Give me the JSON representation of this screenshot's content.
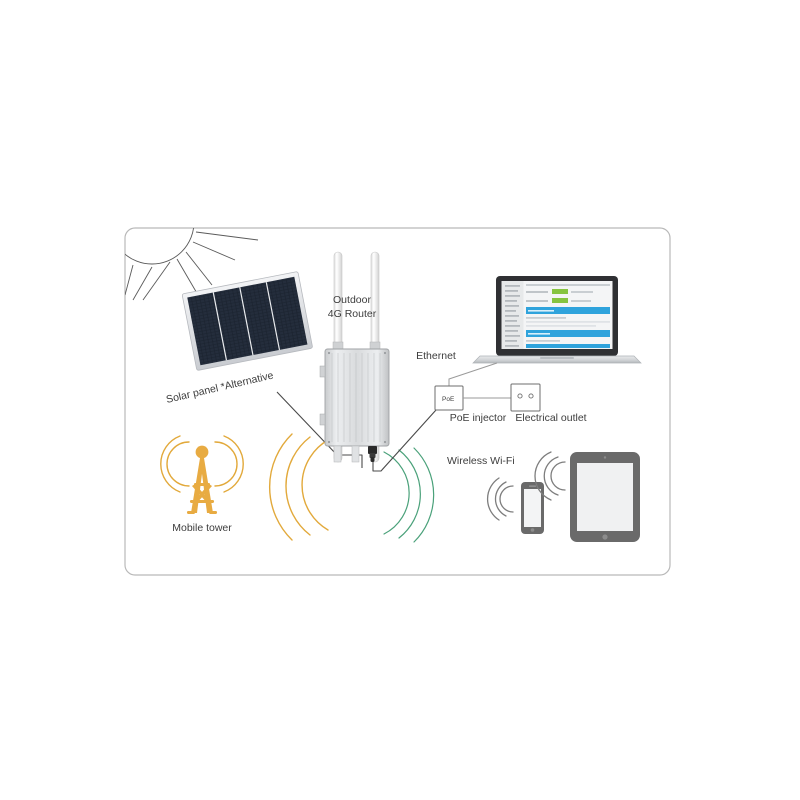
{
  "diagram": {
    "title": "Outdoor 4G Router deployment diagram",
    "frame": {
      "border_color": "#b9b9b9",
      "background": "#ffffff"
    },
    "labels": {
      "solar_panel": "Solar panel *Alternative",
      "outdoor_router_line1": "Outdoor",
      "outdoor_router_line2": "4G Router",
      "mobile_tower": "Mobile tower",
      "ethernet": "Ethernet",
      "poe_box": "PoE",
      "poe_injector": "PoE injector",
      "electrical_outlet": "Electrical outlet",
      "wireless_wifi": "Wireless Wi-Fi"
    },
    "colors": {
      "tower_amber": "#e8ab42",
      "wave_orange": "#e2a93b",
      "wave_green": "#4aa17a",
      "wave_gray": "#7d7d7d",
      "device_gray": "#6a6a6a",
      "panel_cell": "#1d2430",
      "panel_frame": "#d8dade",
      "router_body": "#d2d4d6",
      "line_dark": "#4a4a4a"
    },
    "nodes": [
      {
        "id": "sun",
        "name": "sun",
        "label": ""
      },
      {
        "id": "solar-panel",
        "name": "solar-panel",
        "label": "Solar panel *Alternative"
      },
      {
        "id": "router",
        "name": "outdoor-4g-router",
        "label": "Outdoor 4G Router"
      },
      {
        "id": "mobile-tower",
        "name": "mobile-tower",
        "label": "Mobile tower"
      },
      {
        "id": "poe-injector",
        "name": "poe-injector",
        "label": "PoE injector"
      },
      {
        "id": "electrical-outlet",
        "name": "electrical-outlet",
        "label": "Electrical outlet"
      },
      {
        "id": "laptop",
        "name": "laptop",
        "label": ""
      },
      {
        "id": "smartphone",
        "name": "smartphone",
        "label": ""
      },
      {
        "id": "tablet",
        "name": "tablet",
        "label": ""
      }
    ],
    "connections": [
      {
        "from": "solar-panel",
        "to": "router",
        "label": "",
        "style": "solid-dark"
      },
      {
        "from": "router",
        "to": "poe-injector",
        "label": "",
        "style": "solid-dark"
      },
      {
        "from": "poe-injector",
        "to": "laptop",
        "label": "Ethernet",
        "style": "solid-light"
      },
      {
        "from": "poe-injector",
        "to": "electrical-outlet",
        "label": "",
        "style": "solid-light"
      },
      {
        "from": "router",
        "to": "mobile-tower",
        "label": "",
        "style": "waves-orange"
      },
      {
        "from": "router",
        "to": "wifi-clients",
        "label": "Wireless Wi-Fi",
        "style": "waves-green"
      }
    ],
    "laptop_screen": {
      "sidebar_rows": 13,
      "status_badges": 2,
      "highlight_bars": 3,
      "badge_color": "#86c440",
      "bar_color": "#2fa3dc"
    }
  }
}
